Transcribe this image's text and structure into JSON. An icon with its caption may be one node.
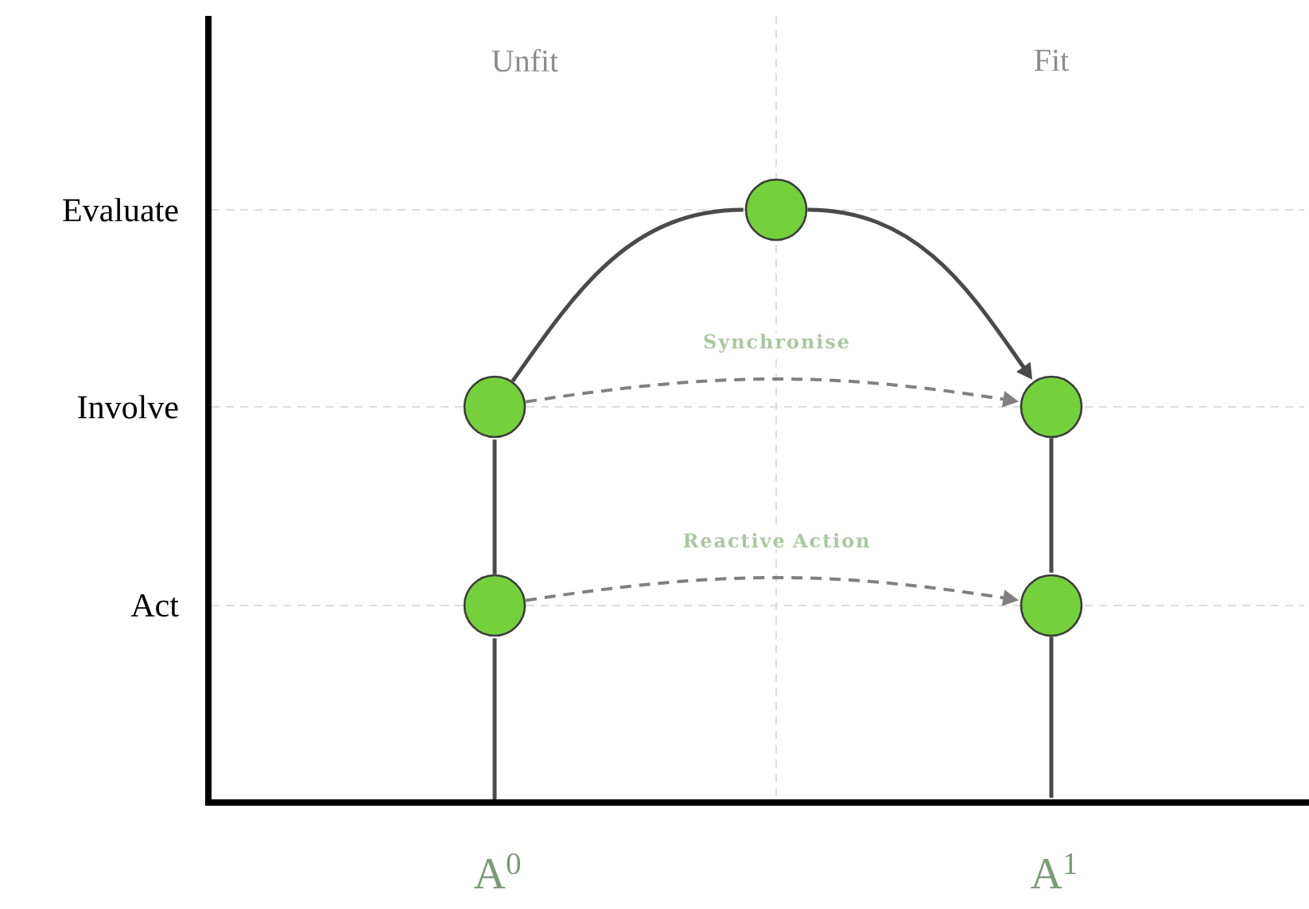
{
  "diagram": {
    "nodes": [
      {
        "text": [],
        "shape": "circle"
      },
      {
        "text": [],
        "shape": "circle"
      },
      {
        "text": [],
        "shape": "circle"
      },
      {
        "text": [],
        "shape": "circle"
      },
      {
        "text": [],
        "shape": "circle"
      }
    ],
    "edges": [
      {
        "from": null,
        "to": 3,
        "arrow": "none"
      },
      {
        "from": 3,
        "to": 1,
        "arrow": "none"
      },
      {
        "from": 1,
        "to": 0,
        "arrow": "none"
      },
      {
        "from": 0,
        "to": 2,
        "arrow": "to"
      },
      {
        "from": 2,
        "to": 4,
        "arrow": "none"
      },
      {
        "from": 4,
        "to": null,
        "arrow": "none"
      },
      {
        "from": 1,
        "to": 2,
        "arrow": "to",
        "label": "Synchronise",
        "style": "dashed",
        "color": "#808080"
      },
      {
        "from": 3,
        "to": 4,
        "arrow": "to",
        "label": "Reactive Action",
        "style": "dashed",
        "color": "#808080"
      }
    ],
    "labels": [
      "Unfit",
      "Fit",
      "Evaluate",
      "Involve",
      "Act",
      "A$^{0}$",
      "A$^{1}$"
    ]
  }
}
